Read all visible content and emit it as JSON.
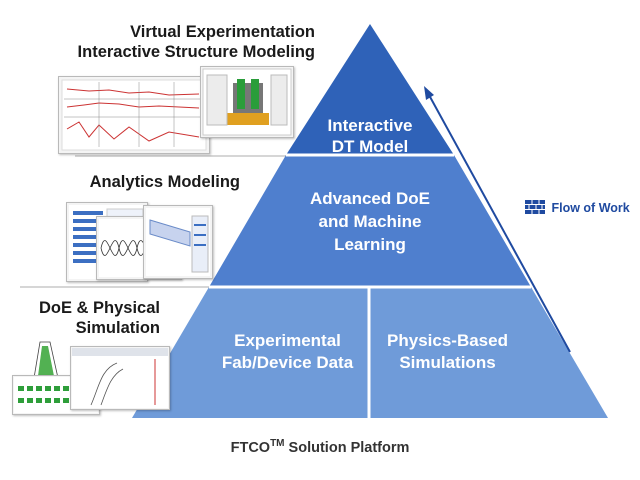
{
  "left_labels": {
    "top_line1": "Virtual Experimentation",
    "top_line2": "Interactive Structure Modeling",
    "middle": "Analytics Modeling",
    "bottom_line1": "DoE & Physical",
    "bottom_line2": "Simulation"
  },
  "pyramid": {
    "top_line1": "Interactive",
    "top_line2": "DT Model",
    "middle_line1": "Advanced DoE",
    "middle_line2": "and Machine",
    "middle_line3": "Learning",
    "bottom_left_line1": "Experimental",
    "bottom_left_line2": "Fab/Device Data",
    "bottom_right_line1": "Physics-Based",
    "bottom_right_line2": "Simulations"
  },
  "flow_label": "Flow of Work",
  "footer": {
    "prefix": "FTCO",
    "superscript": "TM",
    "suffix": " Solution Platform"
  },
  "colors": {
    "top_tier": "#2f62b8",
    "middle_tier": "#4f7fce",
    "bottom_tier": "#6f9bd9",
    "arrow": "#1f4aa0"
  },
  "icons": {
    "flow": "brick-wall-icon"
  }
}
